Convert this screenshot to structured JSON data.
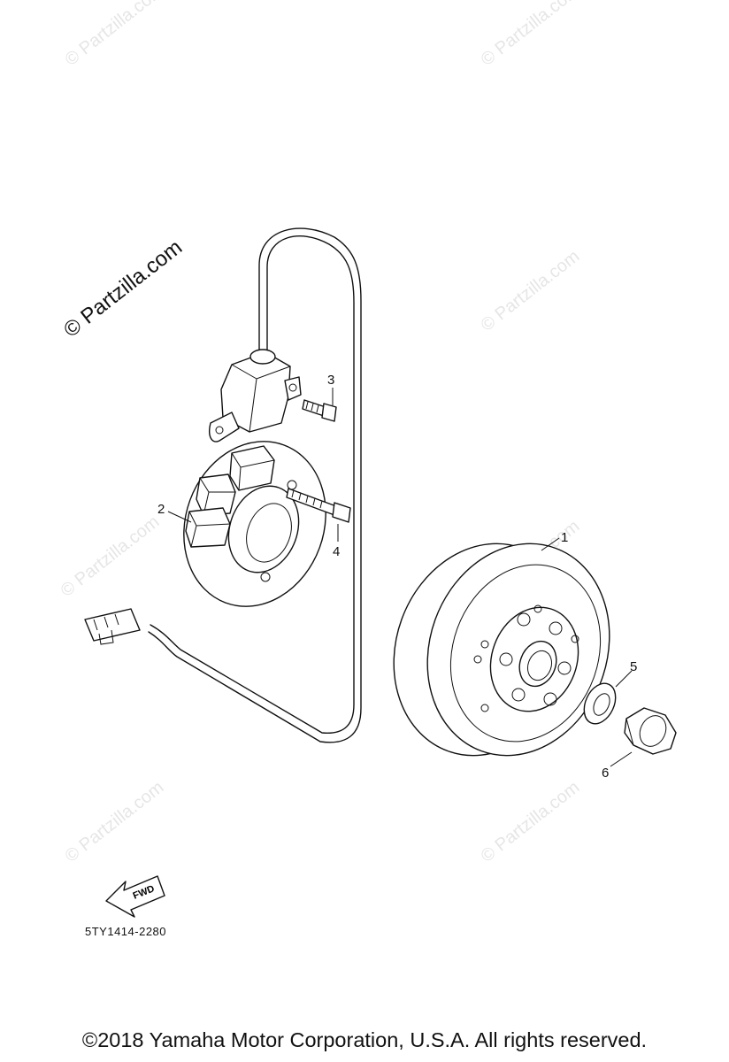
{
  "watermark": "© Partzilla.com",
  "brand_watermark": "© Partzilla.com",
  "callouts": {
    "c1": "1",
    "c2": "2",
    "c3": "3",
    "c4": "4",
    "c5": "5",
    "c6": "6"
  },
  "fwd_label": "FWD",
  "part_code": "5TY1414-2280",
  "copyright": "©2018  Yamaha Motor Corporation, U.S.A. All rights reserved.",
  "colors": {
    "line": "#111111",
    "watermark": "#e6e6e6",
    "background": "#ffffff"
  }
}
